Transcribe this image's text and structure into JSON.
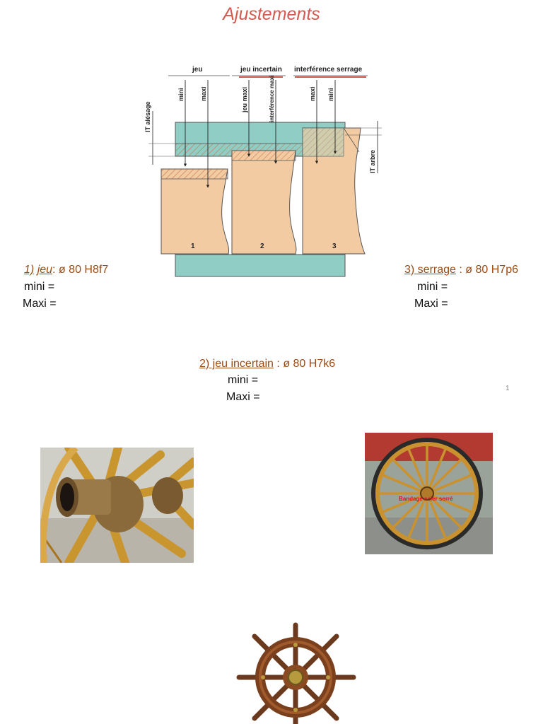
{
  "page": {
    "title": "Ajustements",
    "page_number": "1"
  },
  "diagram": {
    "headers": {
      "jeu": "jeu",
      "jeu_incertain": "jeu incertain",
      "interference_serrage": "interférence serrage"
    },
    "labels": {
      "mini_1": "mini",
      "maxi_1": "maxi",
      "jeu_maxi_2": "jeu maxi",
      "interference_maxi_2": "interférence maxi",
      "maxi_3": "maxi",
      "mini_3": "mini",
      "it_alesage": "IT alésage",
      "it_arbre": "IT arbre"
    },
    "shaft_numbers": [
      "1",
      "2",
      "3"
    ],
    "colors": {
      "bore": "#8fcdc5",
      "shaft": "#f3cba2",
      "hatch": "#cc8055"
    }
  },
  "section1": {
    "num": "1)",
    "label": "jeu",
    "sep": ":",
    "spec": "ø 80 H8f7",
    "mini": "mini =",
    "maxi": "Maxi ="
  },
  "section2": {
    "label": "2) jeu incertain",
    "sep": ":",
    "spec": "ø 80 H7k6",
    "mini": "mini =",
    "maxi": "Maxi ="
  },
  "section3": {
    "label": "3) serrage",
    "sep": ":",
    "spec": "ø 80 H7p6",
    "mini": "mini =",
    "maxi": "Maxi ="
  },
  "photos": {
    "hub": {
      "icon": "wooden-wheel-hub-photo"
    },
    "cart": {
      "icon": "cart-wheel-photo",
      "caption": "Bandage acier serré"
    },
    "helm": {
      "icon": "ship-wheel-photo"
    }
  }
}
